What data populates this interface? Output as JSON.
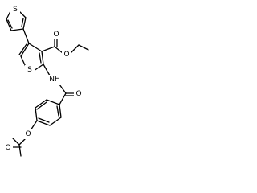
{
  "molecule": {
    "atoms": {
      "thiophene_top_s": "S",
      "thiophene_core_s": "S",
      "ester_carbonyl_o": "O",
      "ester_ether_o": "O",
      "amide_n": "NH",
      "amide_carbonyl_o": "O",
      "acetoxy_ether_o": "O",
      "acetoxy_carbonyl_o": "O"
    }
  }
}
